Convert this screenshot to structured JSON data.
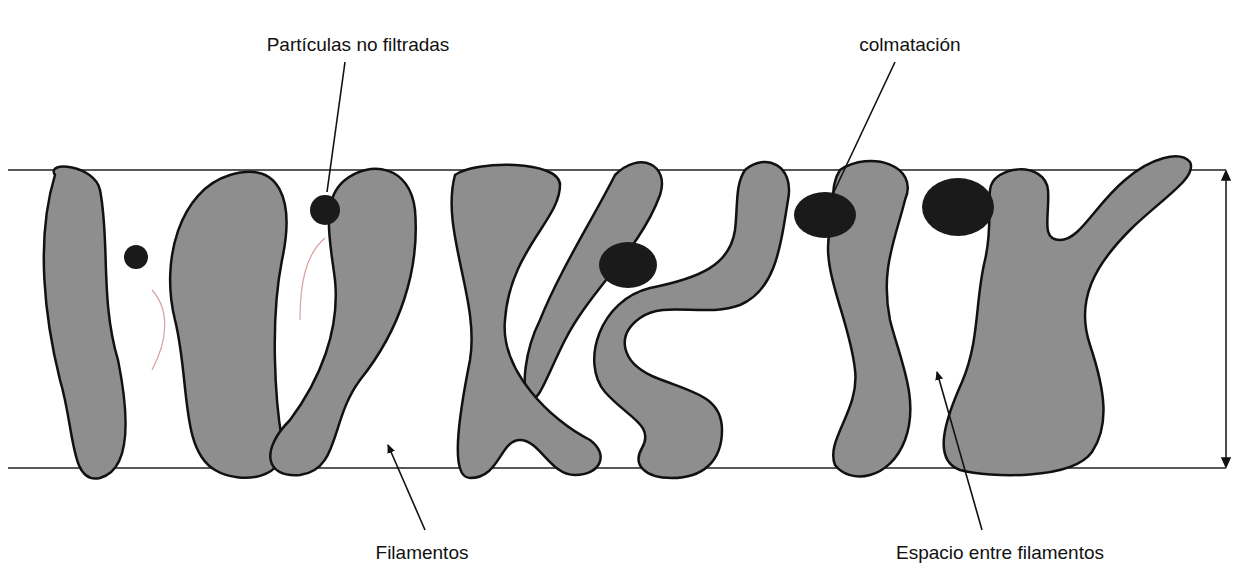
{
  "diagram": {
    "labels": [
      "Partículas no filtradas",
      "colmatación",
      "Filamentos",
      "Espacio entre filamentos"
    ]
  }
}
